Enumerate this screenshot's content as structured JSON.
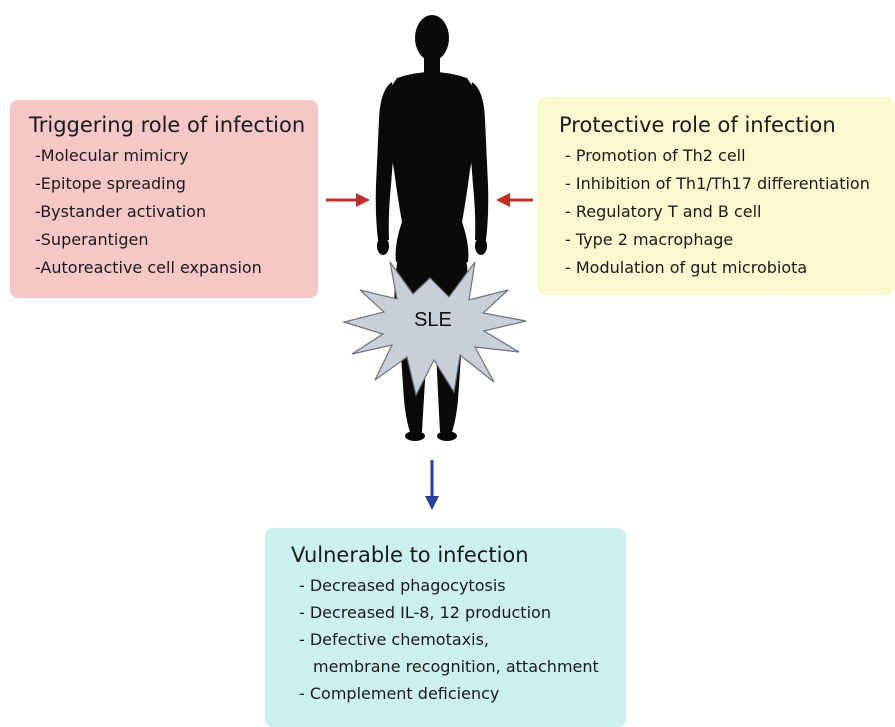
{
  "triggering": {
    "title": "Triggering role of infection",
    "items": [
      "-Molecular mimicry",
      "-Epitope spreading",
      "-Bystander activation",
      "-Superantigen",
      "-Autoreactive cell expansion"
    ]
  },
  "protective": {
    "title": "Protective role of infection",
    "items": [
      "- Promotion of Th2 cell",
      "- Inhibition of Th1/Th17 differentiation",
      "- Regulatory T and B cell",
      "- Type 2 macrophage",
      "- Modulation of gut microbiota"
    ]
  },
  "center": {
    "label": "SLE"
  },
  "vulnerable": {
    "title": "Vulnerable to infection",
    "items": [
      "- Decreased phagocytosis",
      "- Decreased IL-8, 12 production",
      "- Defective chemotaxis,",
      "membrane recognition, attachment",
      "- Complement deficiency"
    ]
  },
  "colors": {
    "triggering_box": "#f6c7c7",
    "protective_box": "#fbf8cf",
    "vulnerable_box": "#ccf0ee",
    "side_arrows": "#c0302a",
    "down_arrow": "#2a3f9c",
    "figure": "#0a0a0a",
    "starburst": "#c9cfd6"
  }
}
